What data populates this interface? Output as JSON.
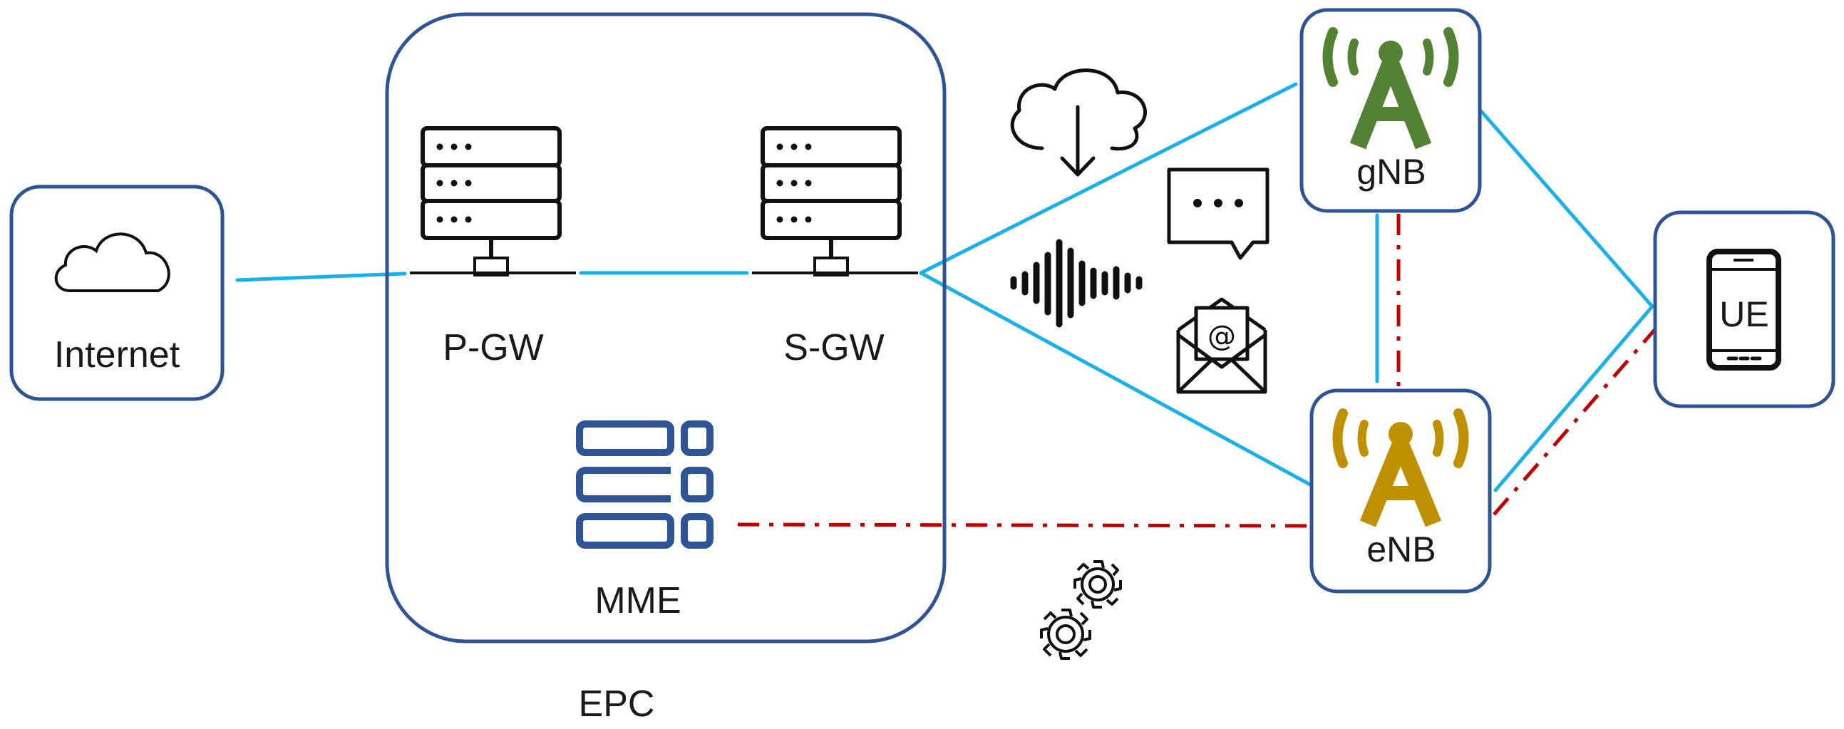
{
  "labels": {
    "internet": "Internet",
    "pgw": "P-GW",
    "sgw": "S-GW",
    "mme": "MME",
    "epc": "EPC",
    "gnb": "gNB",
    "enb": "eNB",
    "ue": "UE"
  },
  "colors": {
    "box_border": "#2f5496",
    "data_link": "#1ab0ea",
    "control_link": "#c00000",
    "gnb_antenna": "#548235",
    "enb_antenna": "#bf9000",
    "mme_icon": "#2f5496",
    "icon_dark": "#111111"
  },
  "icons": [
    "cloud-icon",
    "server-icon",
    "mme-icon",
    "cloud-download-icon",
    "chat-bubble-icon",
    "sound-wave-icon",
    "email-icon",
    "gears-icon",
    "antenna-icon",
    "smartphone-icon"
  ],
  "link_types": {
    "data": "solid",
    "control": "dash-dot"
  }
}
